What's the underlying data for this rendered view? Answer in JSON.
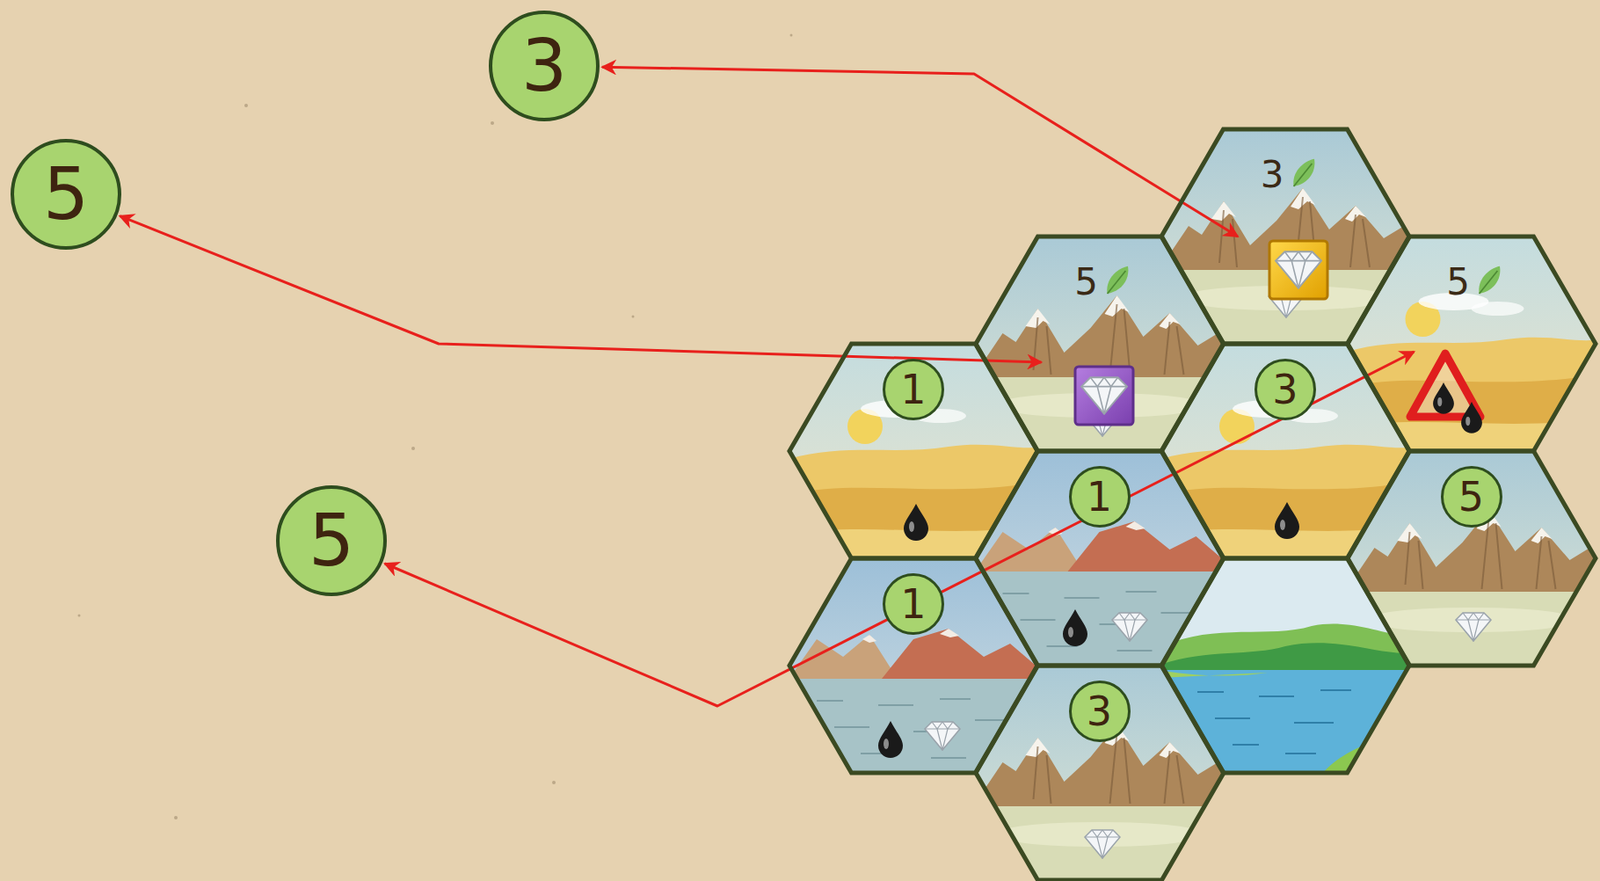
{
  "diagram": {
    "nodes": [
      {
        "text": [
          "3"
        ]
      },
      {
        "text": [
          "3"
        ]
      },
      {
        "text": [
          "5"
        ]
      },
      {
        "text": [
          "5"
        ]
      },
      {
        "text": [
          "5"
        ]
      },
      {
        "text": [
          "1"
        ]
      },
      {
        "text": [
          "3"
        ]
      },
      {
        "text": [
          "1"
        ]
      },
      {
        "text": [
          "5"
        ]
      },
      {
        "text": [
          "5"
        ]
      },
      {
        "text": [
          "1"
        ]
      },
      {
        "text": [
          "3"
        ]
      }
    ],
    "edges": [
      {
        "from": 0,
        "to": 1,
        "arrow": "both"
      },
      {
        "from": 2,
        "to": 3,
        "arrow": "both"
      },
      {
        "from": 9,
        "to": 4,
        "arrow": "both"
      }
    ]
  }
}
